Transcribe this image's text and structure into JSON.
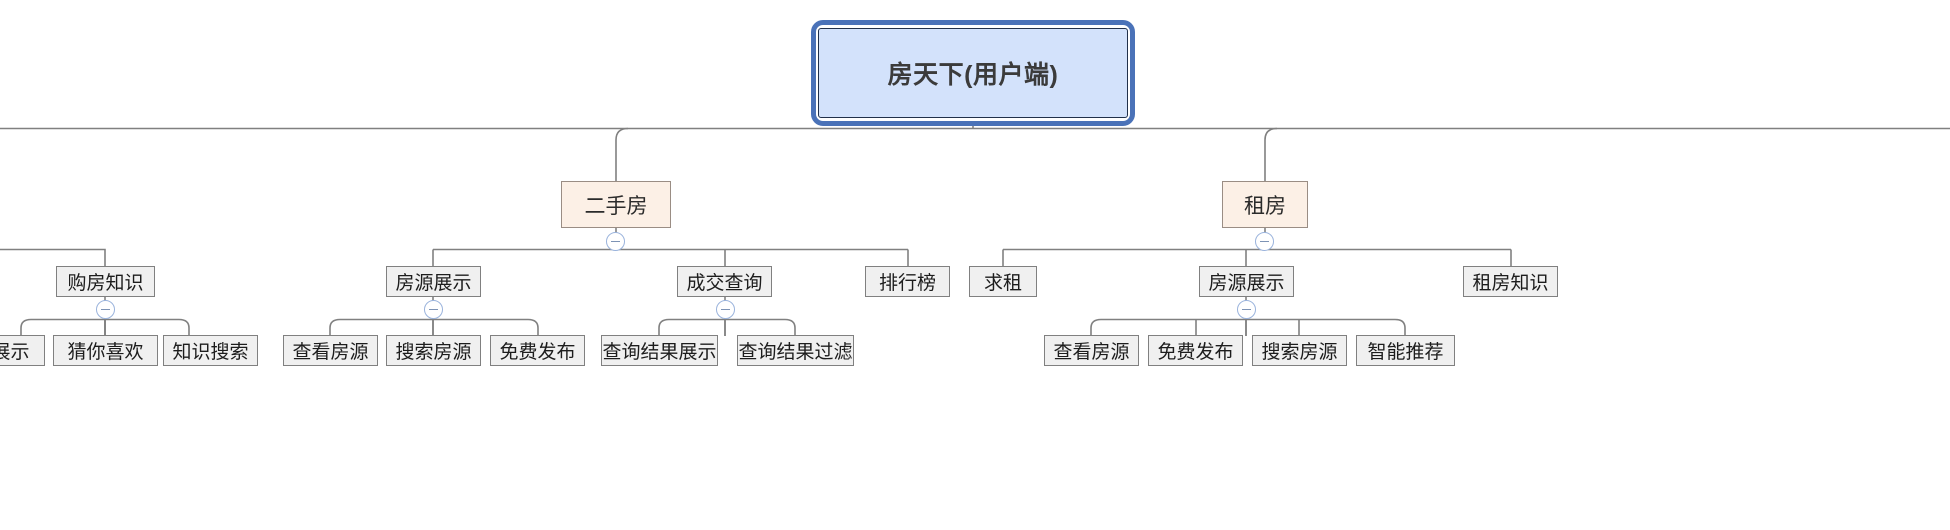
{
  "diagram": {
    "type": "mindmap-org-chart",
    "orientation": "top-down",
    "colors": {
      "root_fill": "#d3e2fb",
      "root_ring": "#4a72b8",
      "root_border": "#21304a",
      "level2_fill": "#fcf0e6",
      "level2_border": "#9a8d84",
      "node_fill": "#f0f0f0",
      "node_border": "#808080",
      "link": "#808080",
      "toggle_border": "#9ab3dc",
      "toggle_glyph": "#7d93b5",
      "background": "#ffffff"
    },
    "root": {
      "label": "房天下(用户端)"
    },
    "branches": [
      {
        "label": "二手房",
        "collapse_toggle": "minus",
        "children": [
          {
            "label": "房源展示",
            "collapse_toggle": "minus",
            "children": [
              {
                "label": "查看房源"
              },
              {
                "label": "搜索房源"
              },
              {
                "label": "免费发布"
              }
            ]
          },
          {
            "label": "成交查询",
            "collapse_toggle": "minus",
            "children": [
              {
                "label": "查询结果展示"
              },
              {
                "label": "查询结果过滤"
              }
            ]
          },
          {
            "label": "排行榜",
            "children": []
          }
        ]
      },
      {
        "label": "租房",
        "collapse_toggle": "minus",
        "children": [
          {
            "label": "求租",
            "children": []
          },
          {
            "label": "房源展示",
            "collapse_toggle": "minus",
            "children": [
              {
                "label": "查看房源"
              },
              {
                "label": "免费发布"
              },
              {
                "label": "搜索房源"
              },
              {
                "label": "智能推荐"
              }
            ]
          },
          {
            "label": "租房知识",
            "children": []
          }
        ]
      }
    ],
    "offscreen_branch": {
      "note": "clipped at left viewport edge",
      "children": [
        {
          "label": "购房知识",
          "collapse_toggle": "minus",
          "children": [
            {
              "label": "展示"
            },
            {
              "label": "猜你喜欢"
            },
            {
              "label": "知识搜索"
            }
          ]
        }
      ]
    }
  },
  "nodes": {
    "root": "房天下(用户端)",
    "ershoufang": "二手房",
    "zufang": "租房",
    "gouweizhishi": "购房知识",
    "gz_zhanshi": "展示",
    "gz_cainixihuan": "猜你喜欢",
    "gz_zhishisousuo": "知识搜索",
    "esf_fangyuanzhanshi": "房源展示",
    "esf_chakanfangyuan": "查看房源",
    "esf_sousuofangyuan": "搜索房源",
    "esf_mianfeifabu": "免费发布",
    "esf_chengjiaochaxun": "成交查询",
    "esf_cxjgzhanshi": "查询结果展示",
    "esf_cxjgguolv": "查询结果过滤",
    "esf_paihangbang": "排行榜",
    "zf_qiuzu": "求租",
    "zf_fangyuanzhanshi": "房源展示",
    "zf_chakanfangyuan": "查看房源",
    "zf_mianfeifabu": "免费发布",
    "zf_sousuofangyuan": "搜索房源",
    "zf_zhinengtuijian": "智能推荐",
    "zf_zufangzhishi": "租房知识"
  }
}
